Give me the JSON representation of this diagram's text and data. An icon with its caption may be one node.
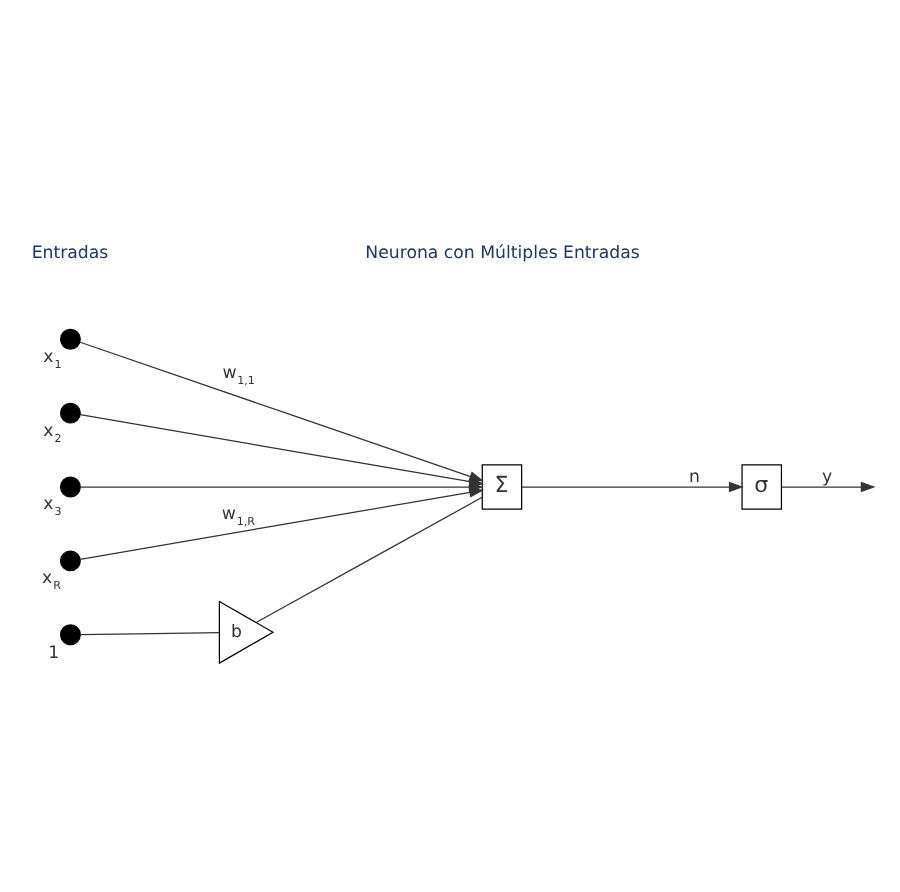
{
  "diagram": {
    "nodes": [
      {
        "text": [],
        "shape": "circle",
        "beside": [
          "x$_{1}$"
        ]
      },
      {
        "text": [],
        "shape": "circle",
        "beside": [
          "x$_{2}$"
        ]
      },
      {
        "text": [],
        "shape": "circle",
        "beside": [
          "x$_{3}$"
        ]
      },
      {
        "text": [],
        "shape": "circle",
        "beside": [
          "x$_{R}$"
        ]
      },
      {
        "text": [],
        "shape": "circle",
        "beside": [
          "1"
        ]
      },
      {
        "text": [
          "b"
        ]
      },
      {
        "text": [
          "Σ"
        ]
      },
      {
        "text": [
          "σ"
        ]
      }
    ],
    "edges": [
      {
        "from": 0,
        "to": 6,
        "arrow": "to",
        "label": "w$_{1,1}$"
      },
      {
        "from": 1,
        "to": 6,
        "arrow": "to"
      },
      {
        "from": 2,
        "to": 6,
        "arrow": "to"
      },
      {
        "from": 3,
        "to": 6,
        "arrow": "to",
        "label": "w$_{1,R}$"
      },
      {
        "from": 4,
        "to": 5,
        "arrow": "none"
      },
      {
        "from": 5,
        "to": 6,
        "arrow": "none"
      },
      {
        "from": 6,
        "to": 7,
        "arrow": "to",
        "label": "n"
      },
      {
        "from": 7,
        "to": null,
        "arrow": "to",
        "label": "y"
      }
    ],
    "labels": [
      "Entradas",
      "Neurona con Múltiples Entradas"
    ]
  }
}
